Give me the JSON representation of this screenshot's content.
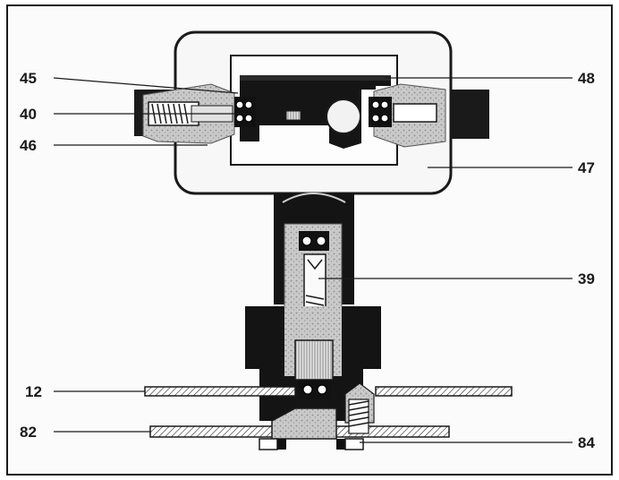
{
  "labels": {
    "l45": "45",
    "l40": "40",
    "l46": "46",
    "l48": "48",
    "l47": "47",
    "l39": "39",
    "l12": "12",
    "l82": "82",
    "l84": "84"
  },
  "colors": {
    "ink": "#1a1a1a",
    "paper": "#fafafa",
    "shaded": "#cfcfcf",
    "hatch": "#555555"
  }
}
